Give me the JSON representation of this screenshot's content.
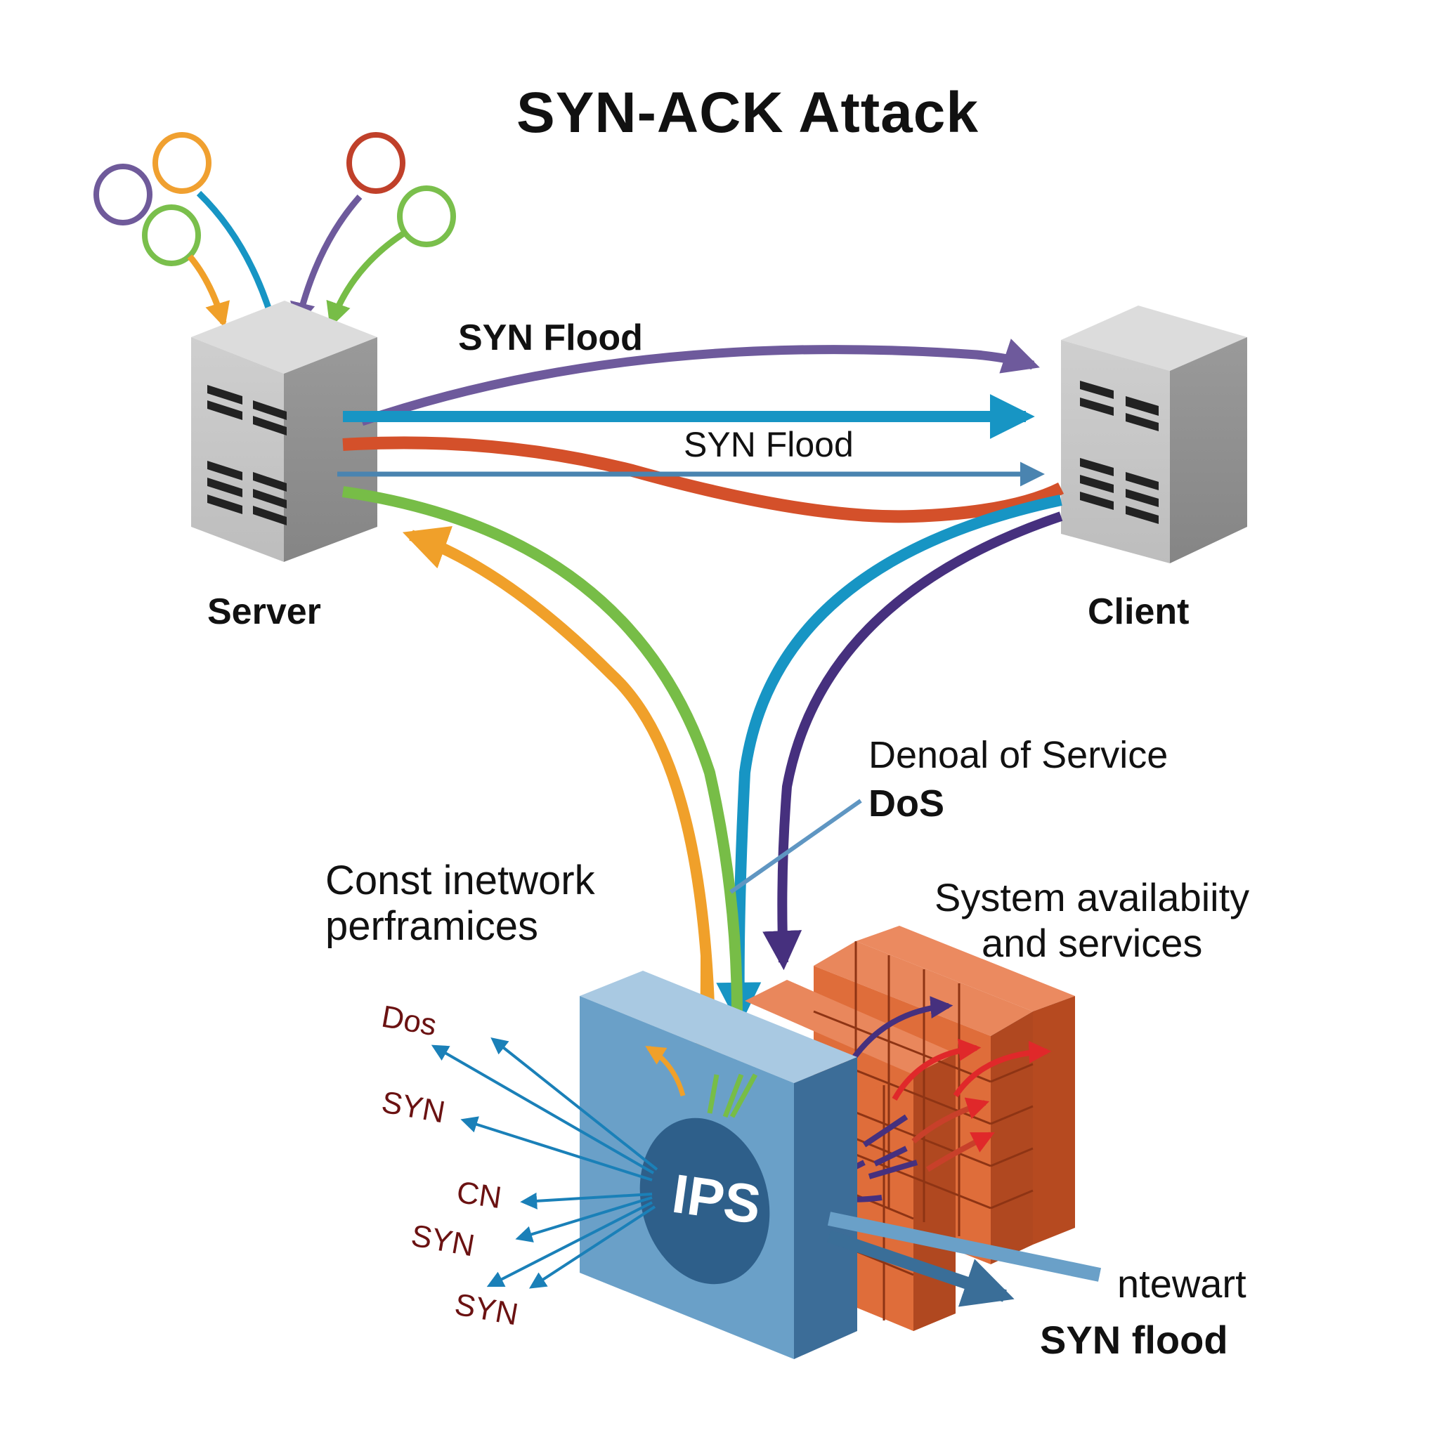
{
  "title": "SYN-ACK Attack",
  "nodes": {
    "server": {
      "label": "Server"
    },
    "client": {
      "label": "Client"
    },
    "ips": {
      "label": "IPS"
    },
    "firewall": {
      "label": ""
    }
  },
  "flow_labels": {
    "syn_flood_top": "SYN Flood",
    "syn_flood_middle": "SYN Flood",
    "dos_full": "Denoal of Service",
    "dos_short": "DoS",
    "network_perf_line1": "Const inetwork",
    "network_perf_line2": "perframices",
    "availability_line1": "System availabiity",
    "availability_line2": "and services",
    "ntewart": "ntewart",
    "syn_flood_bottom": "SYN flood"
  },
  "ips_outputs": [
    "Dos",
    "SYN",
    "CN",
    "SYN",
    "SYN"
  ],
  "attackers": [
    {
      "name": "attacker-purple",
      "color": "#6f5a9a"
    },
    {
      "name": "attacker-orange",
      "color": "#f0a030"
    },
    {
      "name": "attacker-green-left",
      "color": "#7abf4c"
    },
    {
      "name": "attacker-red",
      "color": "#c0402a"
    },
    {
      "name": "attacker-green-right",
      "color": "#7abf4c"
    }
  ],
  "colors": {
    "purple": "#6e5a9c",
    "blue": "#1795c4",
    "red": "#d4502a",
    "steel": "#4a84b0",
    "green": "#77bd47",
    "orange": "#f0a02a",
    "dark_purple": "#46307e",
    "brick": "#e07040",
    "ips_face": "#6aa0c8",
    "ips_circle": "#2e5f8a",
    "label_red": "#6b1212"
  }
}
